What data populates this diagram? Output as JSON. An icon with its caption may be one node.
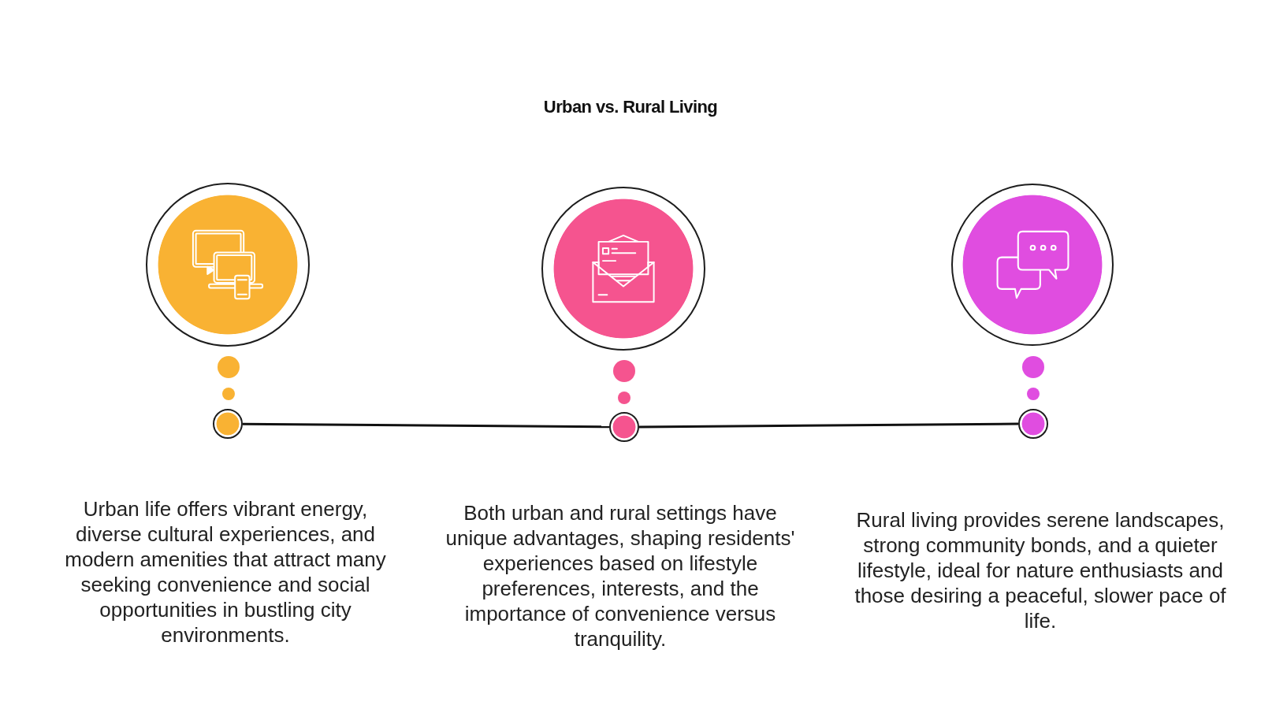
{
  "diagram": {
    "title": "Urban vs. Rural Living",
    "nodes": [
      {
        "text": [],
        "shape": "circle"
      },
      {
        "text": [],
        "shape": "circle"
      },
      {
        "text": [],
        "shape": "circle"
      },
      {
        "text": [],
        "shape": "circle",
        "beside": [
          "Urban life offers vibrant energy, diverse cultural experiences, and modern amenities that attract many seeking convenience and social opportunities in bustling city environments."
        ]
      },
      {
        "text": [],
        "shape": "circle",
        "beside": [
          "Both urban and rural settings have unique advantages, shaping residents' experiences based on lifestyle preferences, interests, and the importance of convenience versus tranquility."
        ]
      },
      {
        "text": [],
        "shape": "circle",
        "beside": [
          "Rural living provides serene landscapes, strong community bonds, and a quieter lifestyle, ideal for nature enthusiasts and those desiring a peaceful, slower pace of life."
        ]
      }
    ],
    "edges": [
      {
        "from": 3,
        "to": 4,
        "arrow": "none"
      },
      {
        "from": 4,
        "to": 5,
        "arrow": "none"
      }
    ]
  }
}
